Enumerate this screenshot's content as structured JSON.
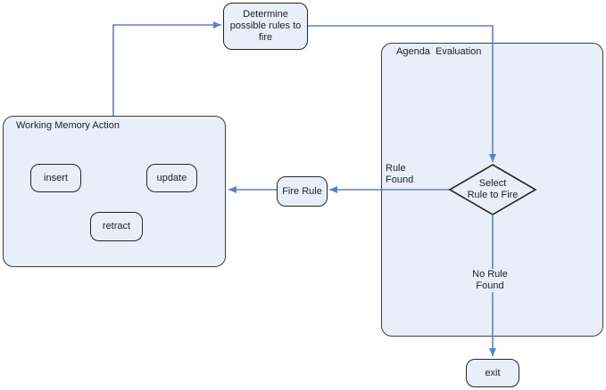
{
  "diagram": {
    "title": "Rule engine evaluation cycle flowchart",
    "colors": {
      "background": "#ffffff",
      "box_fill": "#e9eff8",
      "small_box_border": "#262626",
      "container_box_border": "#3d3d3d",
      "connector_line": "#5b82c1",
      "text": "#222222"
    },
    "nodes": {
      "determine": {
        "label": "Determine\npossible rules to\nfire"
      },
      "agenda": {
        "label": "Agenda  Evaluation"
      },
      "select": {
        "label": "Select\nRule to Fire"
      },
      "fire_rule": {
        "label": "Fire Rule"
      },
      "working_memory": {
        "label": "Working Memory Action"
      },
      "insert": {
        "label": "insert"
      },
      "update": {
        "label": "update"
      },
      "retract": {
        "label": "retract"
      },
      "exit": {
        "label": "exit"
      }
    },
    "edge_labels": {
      "rule_found": "Rule Found",
      "no_rule_found": "No Rule Found"
    }
  }
}
